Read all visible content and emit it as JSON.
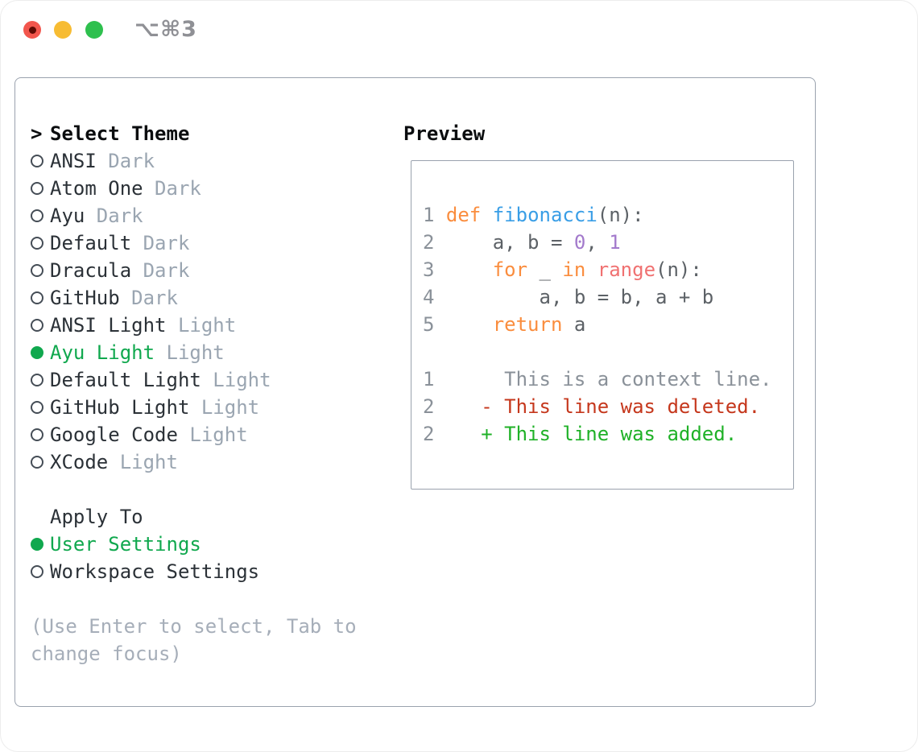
{
  "titlebar": {
    "shortcut": "⌥⌘3",
    "buttons": [
      "close",
      "minimize",
      "zoom"
    ]
  },
  "selector": {
    "prompt": ">",
    "title": "Select Theme",
    "themes": [
      {
        "name": "ANSI",
        "variant": "Dark",
        "selected": false
      },
      {
        "name": "Atom One",
        "variant": "Dark",
        "selected": false
      },
      {
        "name": "Ayu",
        "variant": "Dark",
        "selected": false
      },
      {
        "name": "Default",
        "variant": "Dark",
        "selected": false
      },
      {
        "name": "Dracula",
        "variant": "Dark",
        "selected": false
      },
      {
        "name": "GitHub",
        "variant": "Dark",
        "selected": false
      },
      {
        "name": "ANSI Light",
        "variant": "Light",
        "selected": false
      },
      {
        "name": "Ayu Light",
        "variant": "Light",
        "selected": true
      },
      {
        "name": "Default Light",
        "variant": "Light",
        "selected": false
      },
      {
        "name": "GitHub Light",
        "variant": "Light",
        "selected": false
      },
      {
        "name": "Google Code",
        "variant": "Light",
        "selected": false
      },
      {
        "name": "XCode",
        "variant": "Light",
        "selected": false
      }
    ]
  },
  "apply_to": {
    "title": "Apply To",
    "options": [
      {
        "label": "User Settings",
        "selected": true
      },
      {
        "label": "Workspace Settings",
        "selected": false
      }
    ]
  },
  "hint": "(Use Enter to select, Tab to change focus)",
  "preview": {
    "title": "Preview",
    "palette": {
      "keyword": "#fa8d3e",
      "function": "#399ee6",
      "number": "#a37acc",
      "builtin": "#f07171",
      "plain": "#5c6166",
      "context": "#8a9199",
      "removed": "#c5371c",
      "added": "#1fb127"
    },
    "lines": [
      {
        "num": "1",
        "tokens": [
          {
            "t": "def",
            "c": "keyword"
          },
          {
            "t": " ",
            "c": "plain"
          },
          {
            "t": "fibonacci",
            "c": "function"
          },
          {
            "t": "(n):",
            "c": "plain"
          }
        ]
      },
      {
        "num": "2",
        "tokens": [
          {
            "t": "    a, b = ",
            "c": "plain"
          },
          {
            "t": "0",
            "c": "number"
          },
          {
            "t": ", ",
            "c": "plain"
          },
          {
            "t": "1",
            "c": "number"
          }
        ]
      },
      {
        "num": "3",
        "tokens": [
          {
            "t": "    ",
            "c": "plain"
          },
          {
            "t": "for",
            "c": "keyword"
          },
          {
            "t": " _ ",
            "c": "plain"
          },
          {
            "t": "in",
            "c": "keyword"
          },
          {
            "t": " ",
            "c": "plain"
          },
          {
            "t": "range",
            "c": "builtin"
          },
          {
            "t": "(n):",
            "c": "plain"
          }
        ]
      },
      {
        "num": "4",
        "tokens": [
          {
            "t": "        a, b = b, a + b",
            "c": "plain"
          }
        ]
      },
      {
        "num": "5",
        "tokens": [
          {
            "t": "    ",
            "c": "plain"
          },
          {
            "t": "return",
            "c": "keyword"
          },
          {
            "t": " a",
            "c": "plain"
          }
        ]
      },
      {
        "num": "",
        "tokens": []
      },
      {
        "num": "1",
        "tokens": [
          {
            "t": "     This is a context line.",
            "c": "context"
          }
        ]
      },
      {
        "num": "2",
        "tokens": [
          {
            "t": "   - This line was deleted.",
            "c": "removed"
          }
        ]
      },
      {
        "num": "2",
        "tokens": [
          {
            "t": "   + This line was added.",
            "c": "added"
          }
        ]
      }
    ]
  },
  "colors": {
    "accent_green": "#10a84e",
    "traffic_red": "#f2564d",
    "traffic_red_dot": "#5f0b04",
    "traffic_yellow": "#f7bc33",
    "traffic_green": "#2ec04e",
    "border": "#9aa2ae",
    "text_dark": "#2b3137",
    "text_black": "#0b0d0f",
    "muted": "#9aa5b1",
    "hint": "#a6aeb9",
    "shortcut": "#8f9095",
    "linenum": "#8a9199"
  }
}
